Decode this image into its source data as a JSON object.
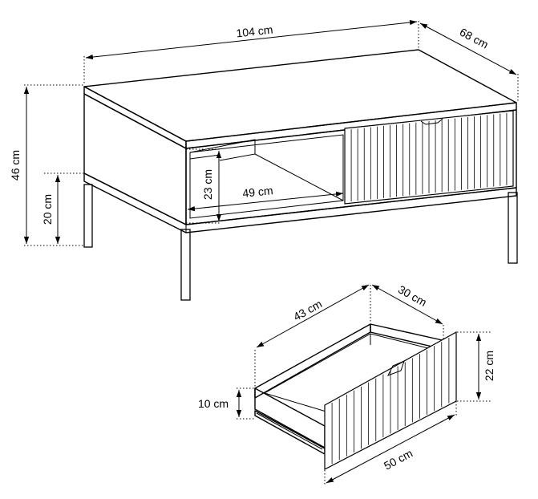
{
  "dimensions": {
    "table_width": "104 cm",
    "table_depth": "68 cm",
    "table_height": "46 cm",
    "leg_height": "20 cm",
    "shelf_height": "23 cm",
    "shelf_width": "49 cm",
    "drawer_inner_width": "43 cm",
    "drawer_inner_depth": "30 cm",
    "drawer_front_height": "22 cm",
    "drawer_side_height": "10 cm",
    "drawer_front_width": "50 cm"
  },
  "colors": {
    "line": "#000000",
    "background": "#ffffff"
  },
  "icons": [
    "arrowhead"
  ]
}
